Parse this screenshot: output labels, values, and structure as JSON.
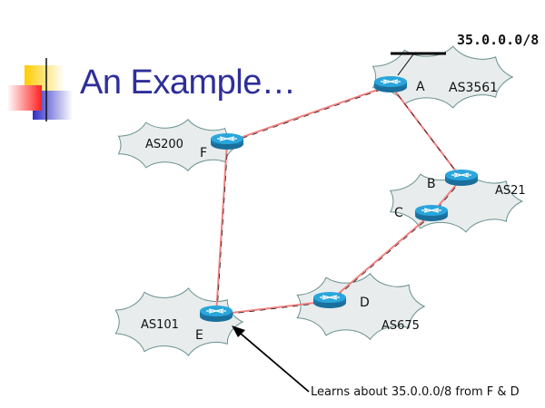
{
  "slide": {
    "title": "An Example…"
  },
  "network": {
    "prefix": "35.0.0.0/8",
    "annotation": "Learns about 35.0.0.0/8 from F & D",
    "autonomous_systems": [
      {
        "id": "as3561",
        "label": "AS3561",
        "routers": [
          "A"
        ]
      },
      {
        "id": "as200",
        "label": "AS200",
        "routers": [
          "F"
        ]
      },
      {
        "id": "as21",
        "label": "AS21",
        "routers": [
          "B",
          "C"
        ]
      },
      {
        "id": "as675",
        "label": "AS675",
        "routers": [
          "D"
        ]
      },
      {
        "id": "as101",
        "label": "AS101",
        "routers": [
          "E"
        ]
      }
    ],
    "routers": [
      {
        "id": "A",
        "label": "A"
      },
      {
        "id": "B",
        "label": "B"
      },
      {
        "id": "C",
        "label": "C"
      },
      {
        "id": "D",
        "label": "D"
      },
      {
        "id": "E",
        "label": "E"
      },
      {
        "id": "F",
        "label": "F"
      }
    ],
    "links": [
      {
        "from": "A",
        "to": "F"
      },
      {
        "from": "A",
        "to": "B"
      },
      {
        "from": "B",
        "to": "C"
      },
      {
        "from": "C",
        "to": "D"
      },
      {
        "from": "D",
        "to": "E"
      },
      {
        "from": "F",
        "to": "E"
      }
    ]
  },
  "colors": {
    "title": "#2e2e9a",
    "cloud_fill": "#e8ecec",
    "cloud_stroke": "#6a9090",
    "link": "#f08080",
    "router_top": "#2aa6dc",
    "router_side": "#1a78a8"
  }
}
